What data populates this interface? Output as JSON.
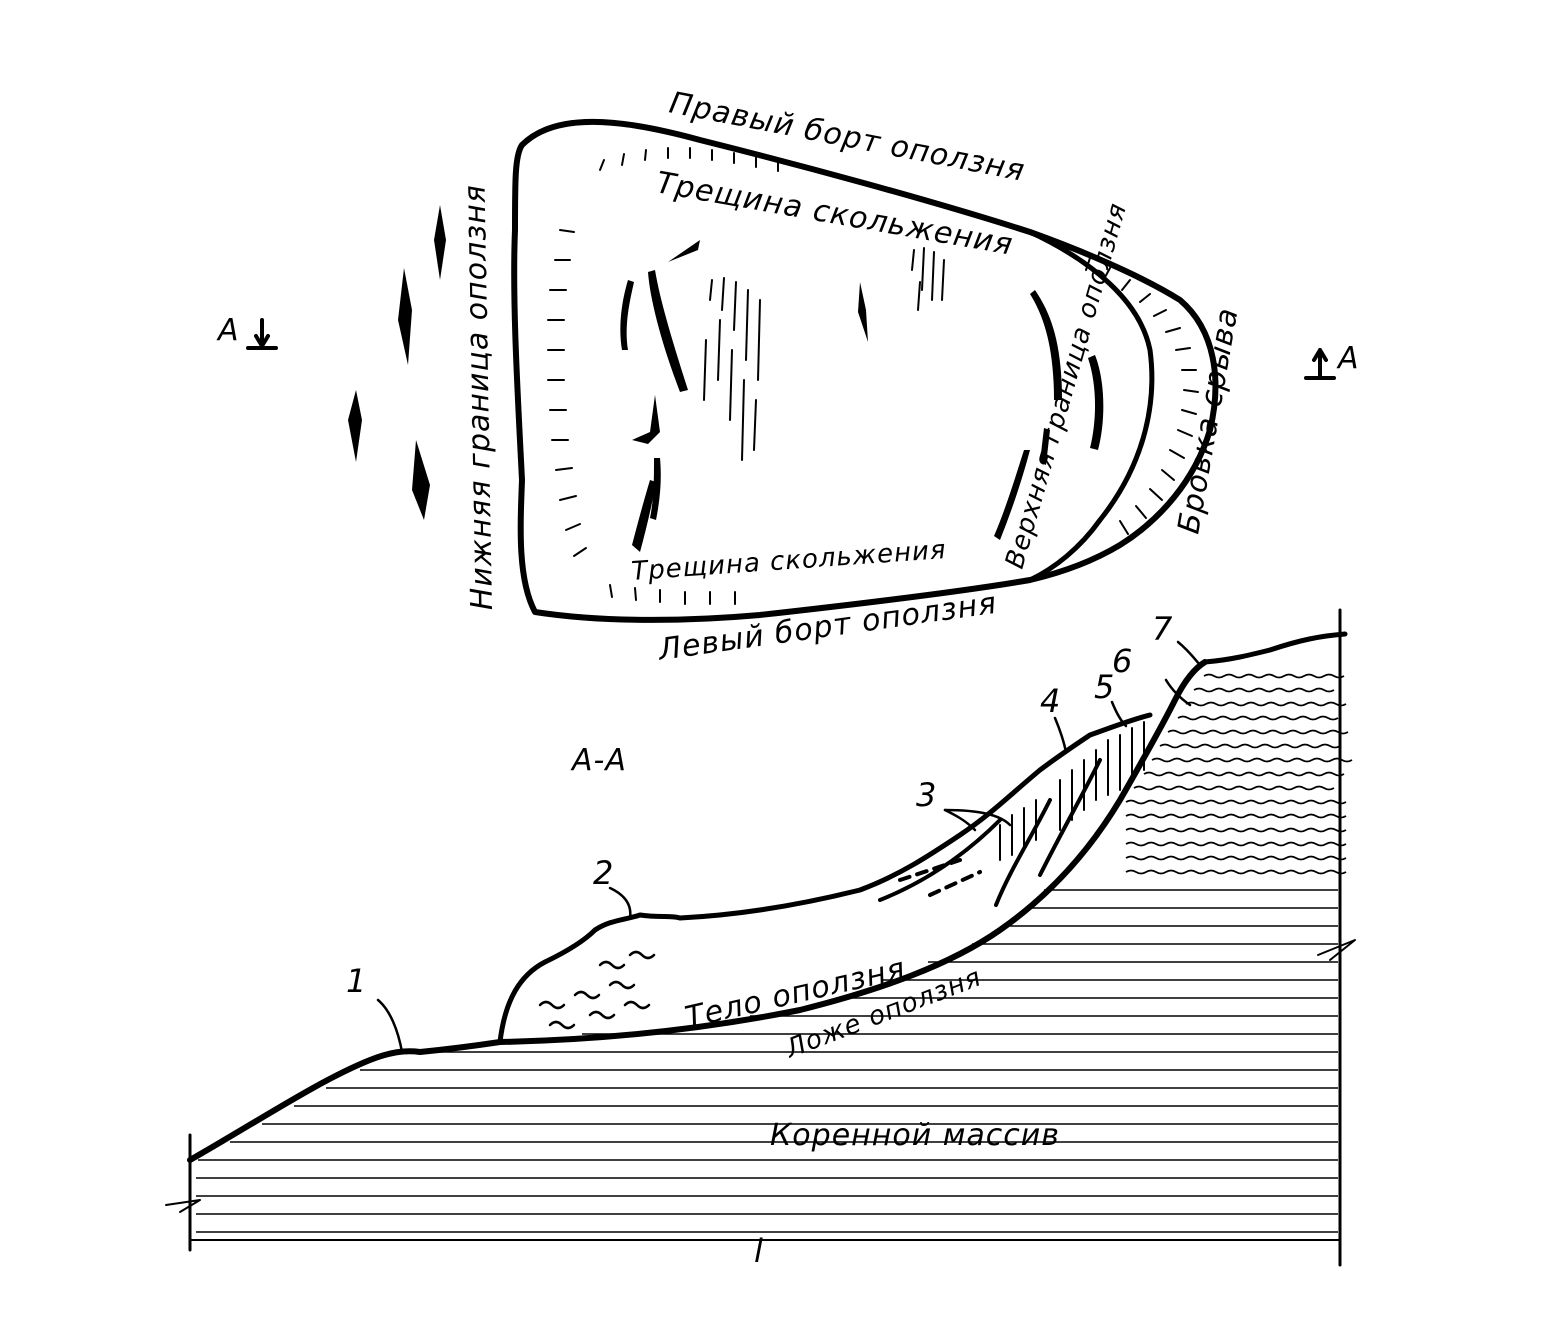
{
  "plan": {
    "right_side": "Правый борт оползня",
    "slip_crack_top": "Трещина скольжения",
    "slip_crack_bottom": "Трещина скольжения",
    "left_side": "Левый борт оползня",
    "lower_boundary": "Нижняя граница оползня",
    "upper_boundary": "Верхняя граница оползня",
    "scarp_edge": "Бровка срыва",
    "marker_left": "А",
    "marker_right": "А"
  },
  "section": {
    "title": "А-А",
    "body": "Тело оползня",
    "bed": "Ложе оползня",
    "bedrock": "Коренной массив",
    "numbers": [
      "1",
      "2",
      "3",
      "4",
      "5",
      "6",
      "7"
    ],
    "bottom_mark": "l"
  }
}
